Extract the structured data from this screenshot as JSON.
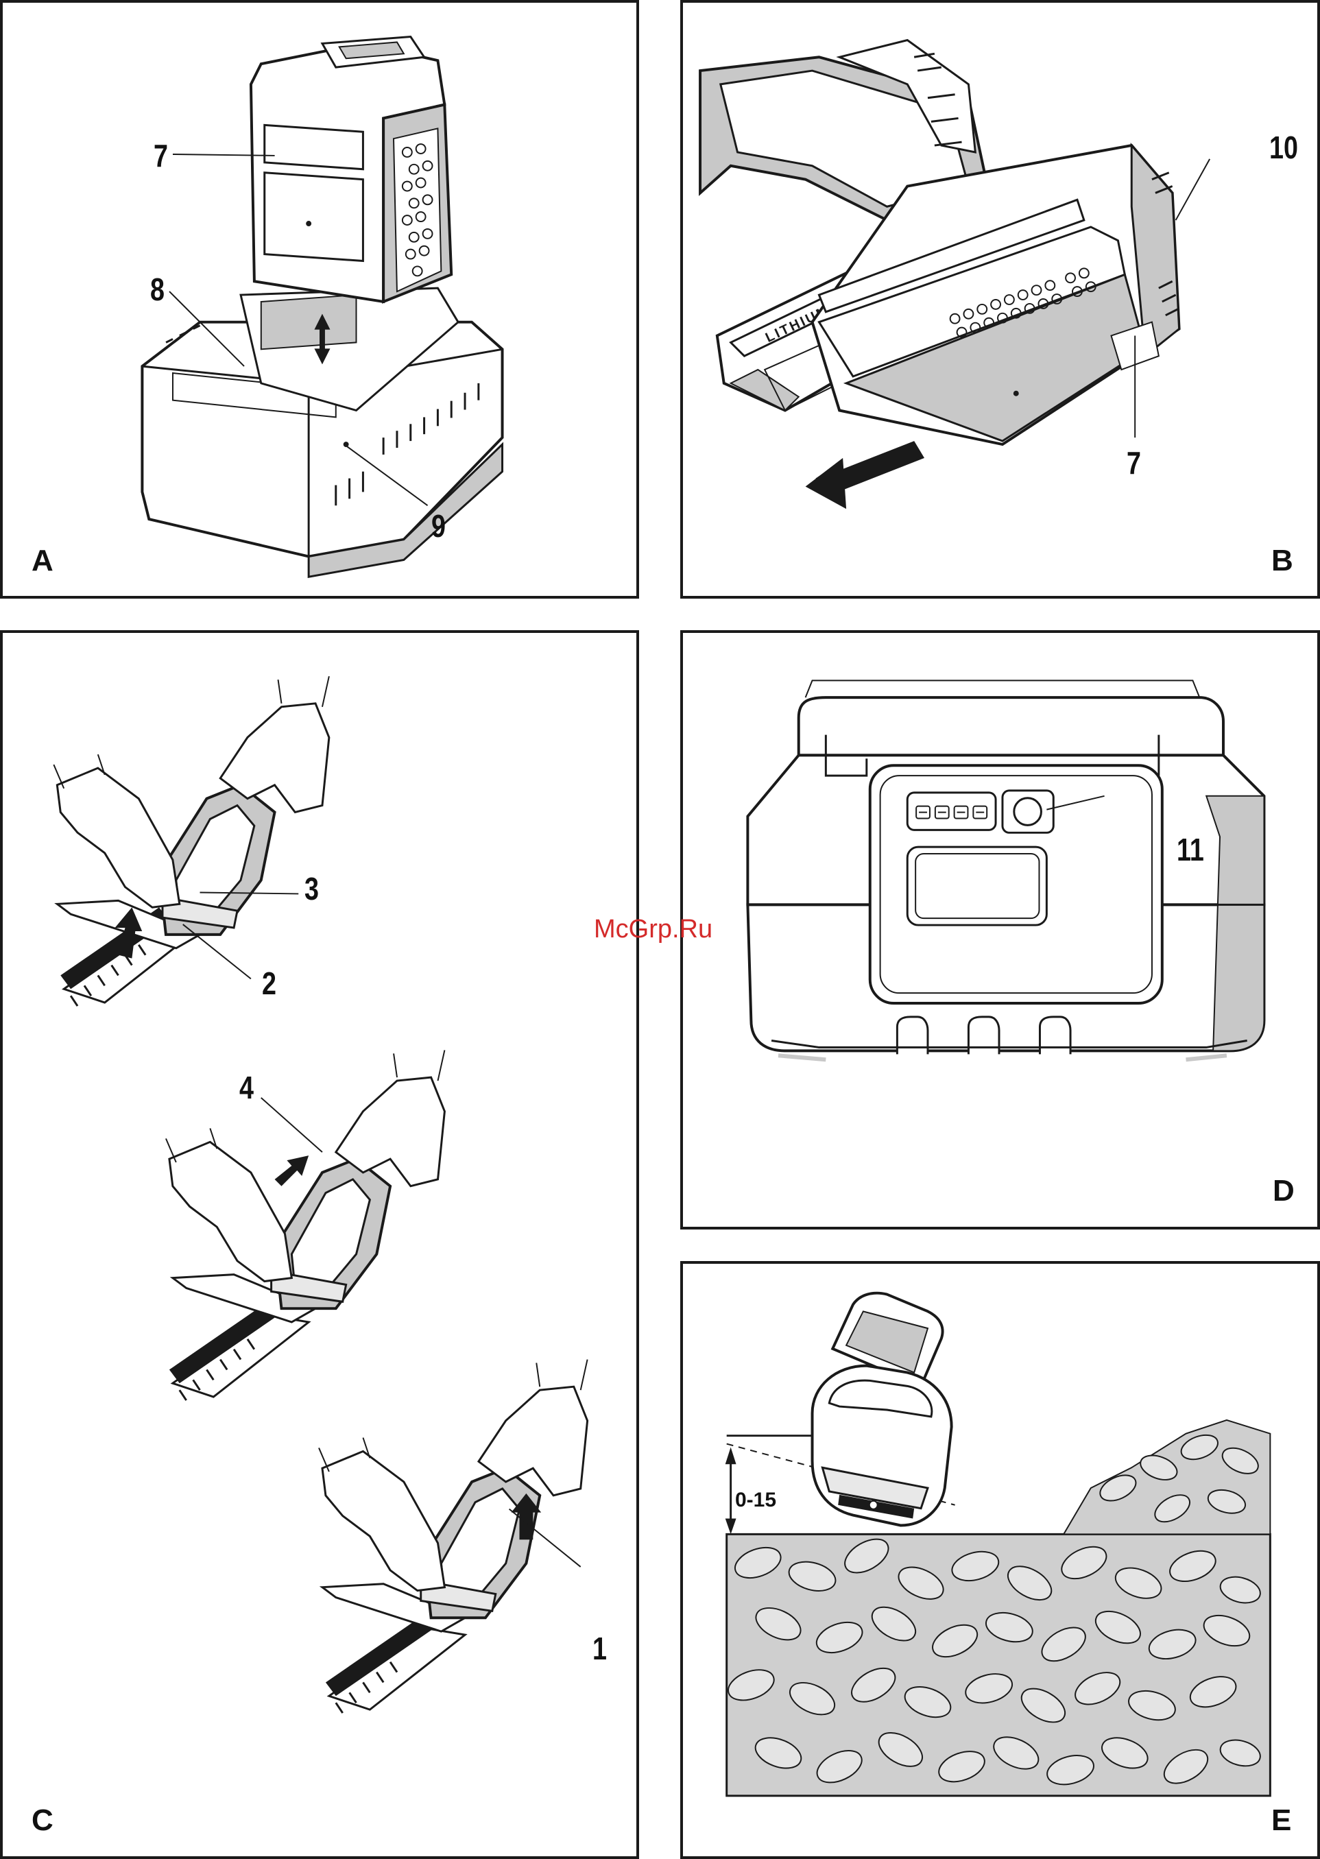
{
  "panels": {
    "a": {
      "letter": "A",
      "callouts": [
        "7",
        "8",
        "9"
      ]
    },
    "b": {
      "letter": "B",
      "callouts": [
        "10",
        "7"
      ],
      "brand_text": "LITHIUM"
    },
    "c": {
      "letter": "C",
      "callouts": [
        "3",
        "2",
        "4",
        "1"
      ]
    },
    "d": {
      "letter": "D",
      "callouts": [
        "11"
      ]
    },
    "e": {
      "letter": "E",
      "dimension": "0-15"
    }
  },
  "watermark": "McGrp.Ru",
  "colors": {
    "line": "#1a1a1a",
    "shade": "#c8c8c8",
    "hedge": "#cfcfcf",
    "watermark": "#d42a2a"
  }
}
